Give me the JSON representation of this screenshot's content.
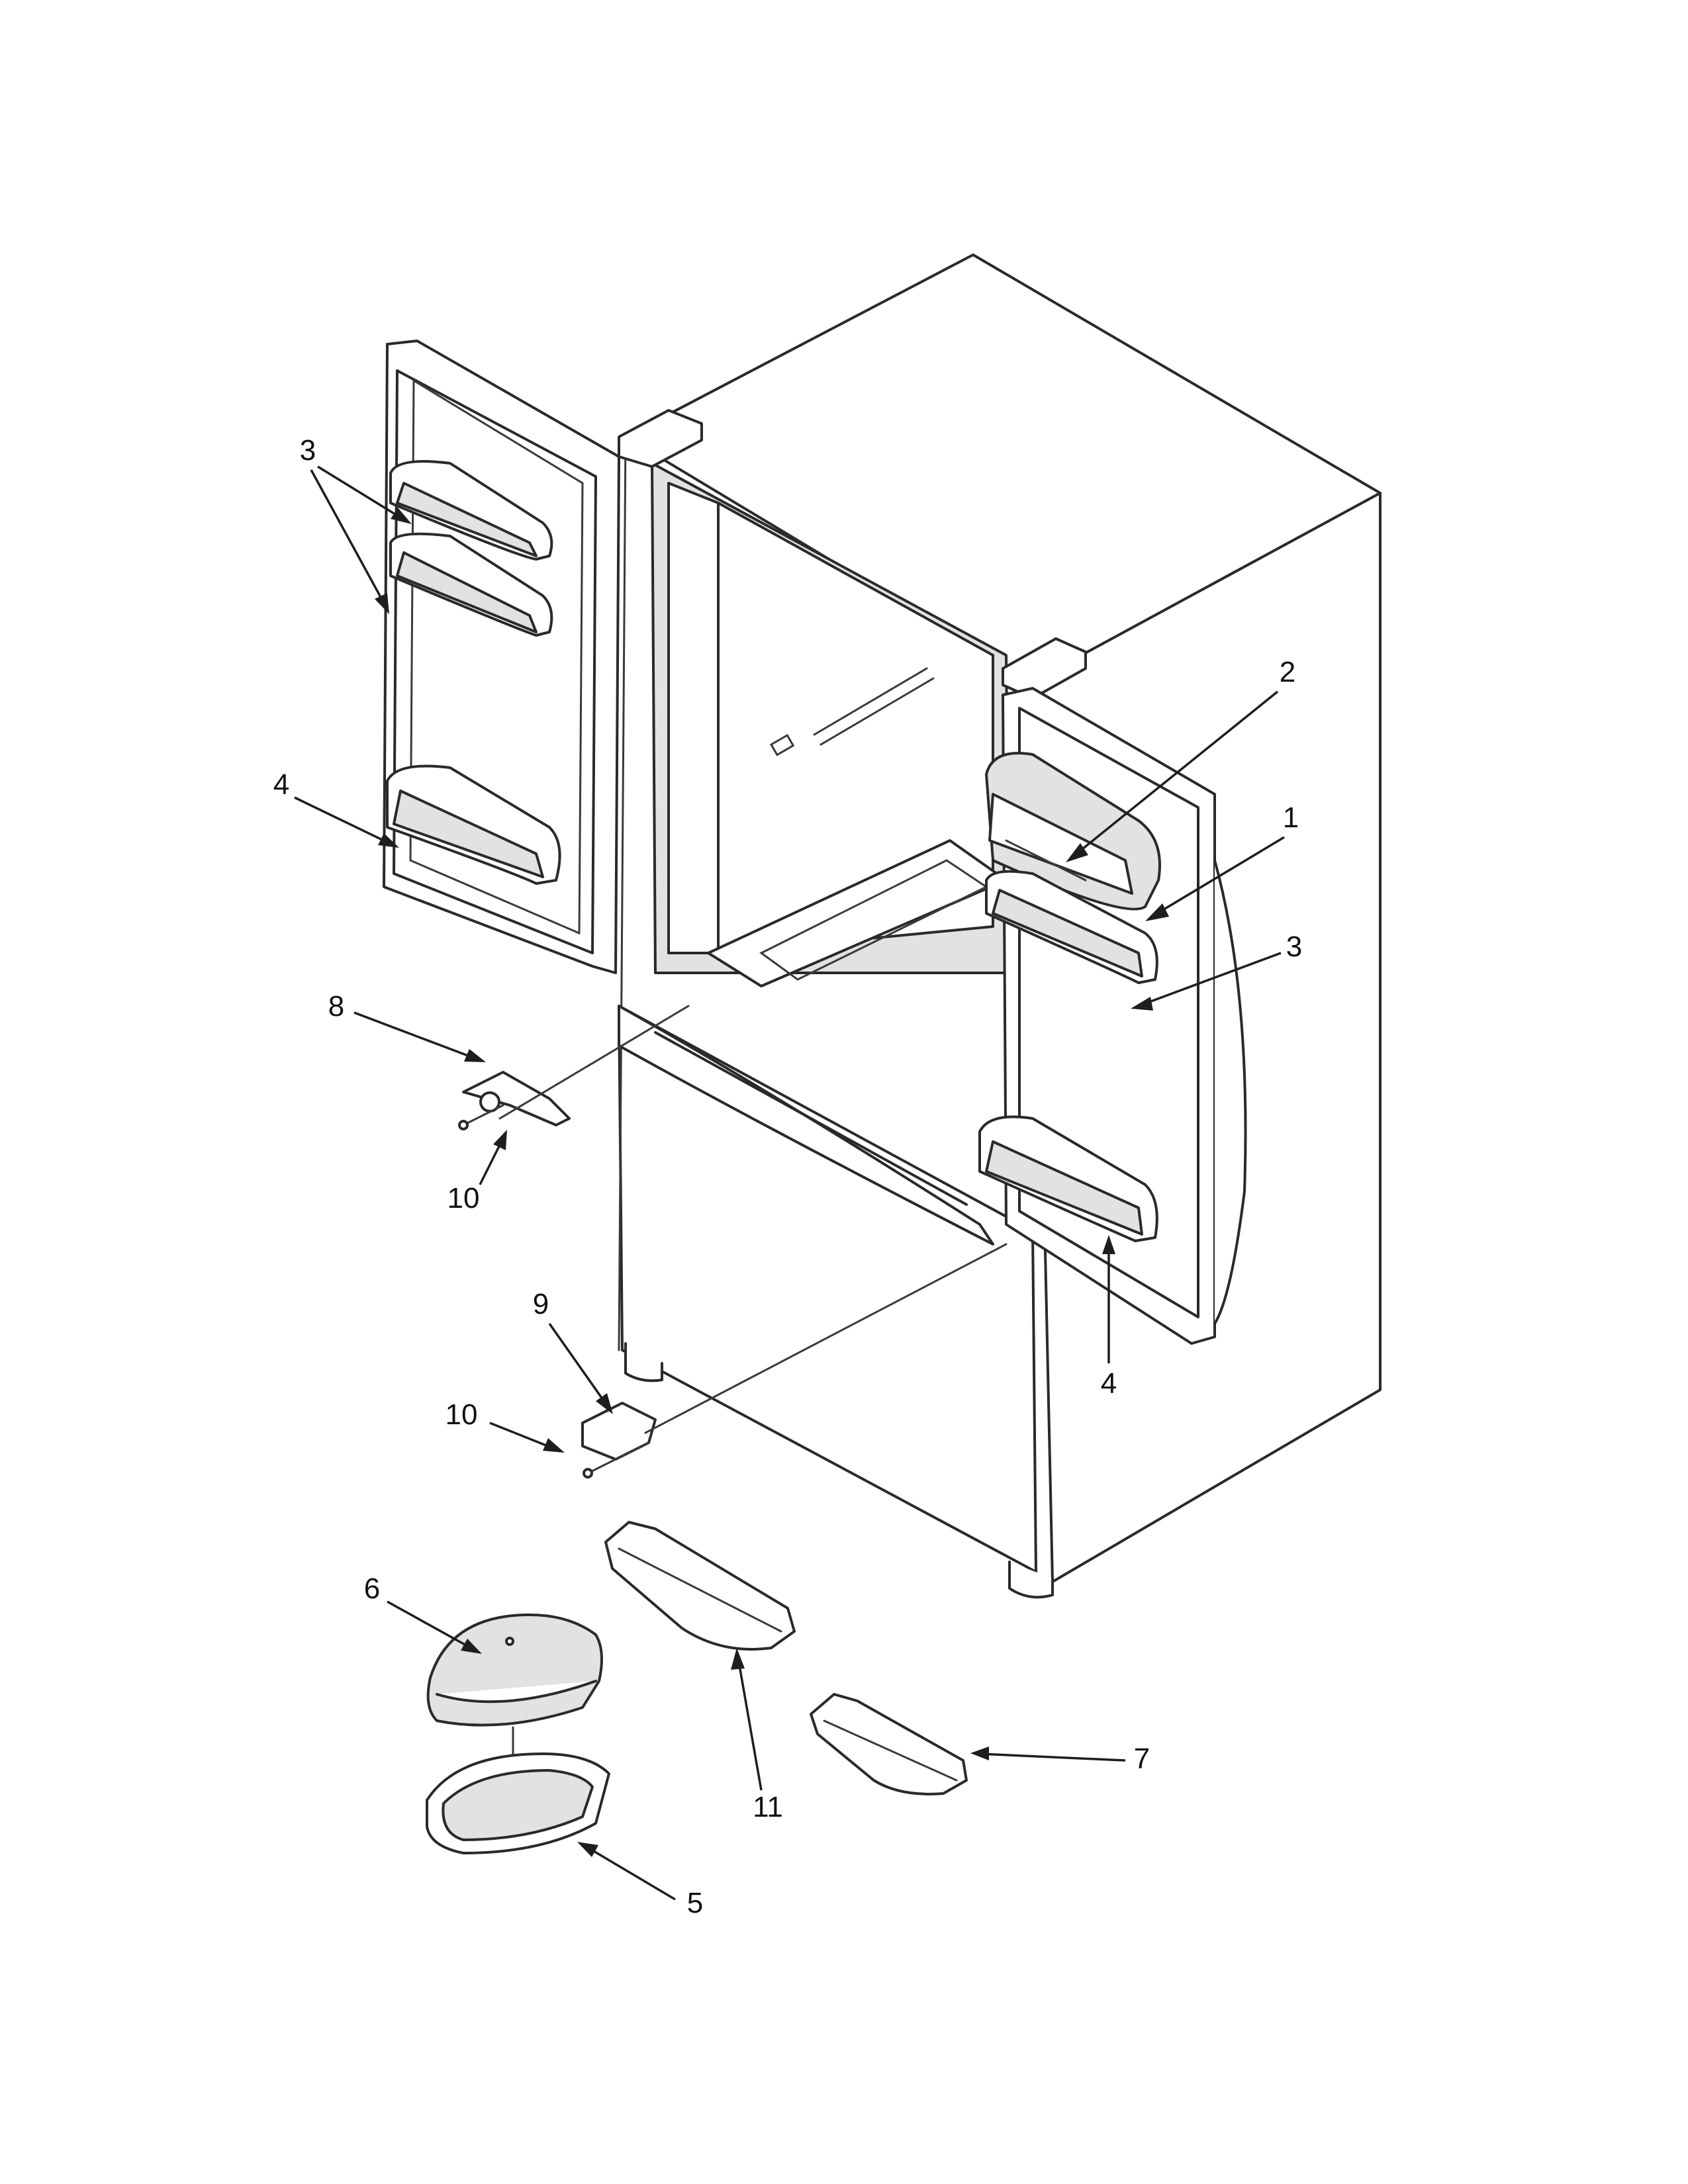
{
  "callouts": {
    "c1": "1",
    "c2": "2",
    "c3_left": "3",
    "c3_right": "3",
    "c4_left": "4",
    "c4_right": "4",
    "c5": "5",
    "c6": "6",
    "c7": "7",
    "c8": "8",
    "c9": "9",
    "c10_upper": "10",
    "c10_lower": "10",
    "c11": "11"
  },
  "colors": {
    "line": "#2a2a2a",
    "shade": "#e2e2e2",
    "background": "#ffffff"
  }
}
